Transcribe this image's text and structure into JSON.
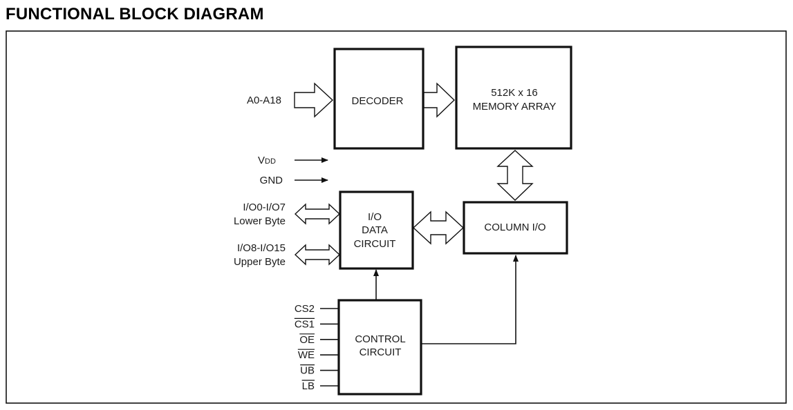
{
  "title": "FUNCTIONAL BLOCK DIAGRAM",
  "blocks": {
    "decoder": "DECODER",
    "memory_line1": "512K x 16",
    "memory_line2": "MEMORY ARRAY",
    "io_line1": "I/O",
    "io_line2": "DATA",
    "io_line3": "CIRCUIT",
    "column_io": "COLUMN I/O",
    "control_line1": "CONTROL",
    "control_line2": "CIRCUIT"
  },
  "inputs": {
    "address": "A0-A18",
    "vdd_main": "V",
    "vdd_sub": "DD",
    "gnd": "GND",
    "io_lower_line1": "I/O0-I/O7",
    "io_lower_line2": "Lower Byte",
    "io_upper_line1": "I/O8-I/O15",
    "io_upper_line2": "Upper Byte"
  },
  "control_signals": [
    {
      "label": "CS2",
      "active_low": false
    },
    {
      "label": "CS1",
      "active_low": true
    },
    {
      "label": "OE",
      "active_low": true
    },
    {
      "label": "WE",
      "active_low": true
    },
    {
      "label": "UB",
      "active_low": true
    },
    {
      "label": "LB",
      "active_low": true
    }
  ]
}
